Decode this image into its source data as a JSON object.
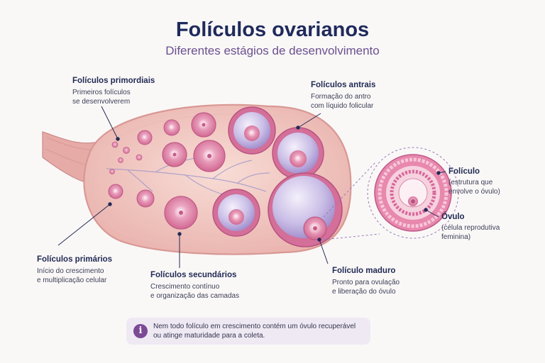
{
  "header": {
    "title": "Folículos ovarianos",
    "subtitle": "Diferentes estágios de desenvolvimento"
  },
  "labels": {
    "primordiais": {
      "title": "Folículos primordiais",
      "desc": [
        "Primeiros folículos",
        "se desenvolverem"
      ]
    },
    "antrais": {
      "title": "Folículos antrais",
      "desc": [
        "Formação do antro",
        "com líquido folicular"
      ]
    },
    "primarios": {
      "title": "Folículos primários",
      "desc": [
        "Início do crescimento",
        "e multiplicação celular"
      ]
    },
    "secundarios": {
      "title": "Folículos secundários",
      "desc": [
        "Crescimento contínuo",
        "e organização das camadas"
      ]
    },
    "maduro": {
      "title": "Folículo maduro",
      "desc": [
        "Pronto para ovulação",
        "e liberação do óvulo"
      ]
    },
    "foliculo": {
      "title": "Folículo",
      "desc": [
        "(estrutura que",
        "envolve o óvulo)"
      ]
    },
    "ovulo": {
      "title": "Óvulo",
      "desc": [
        "(célula reprodutiva",
        "feminina)"
      ]
    }
  },
  "note": {
    "icon": "info-icon",
    "text": [
      "Nem todo folículo em crescimento contém um óvulo recuperável",
      "ou atinge maturidade para a coleta."
    ]
  },
  "colors": {
    "title": "#1f2a5c",
    "accent": "#7b4a96",
    "tissue": "#f2c9c4",
    "follicle": "#d9709a"
  }
}
